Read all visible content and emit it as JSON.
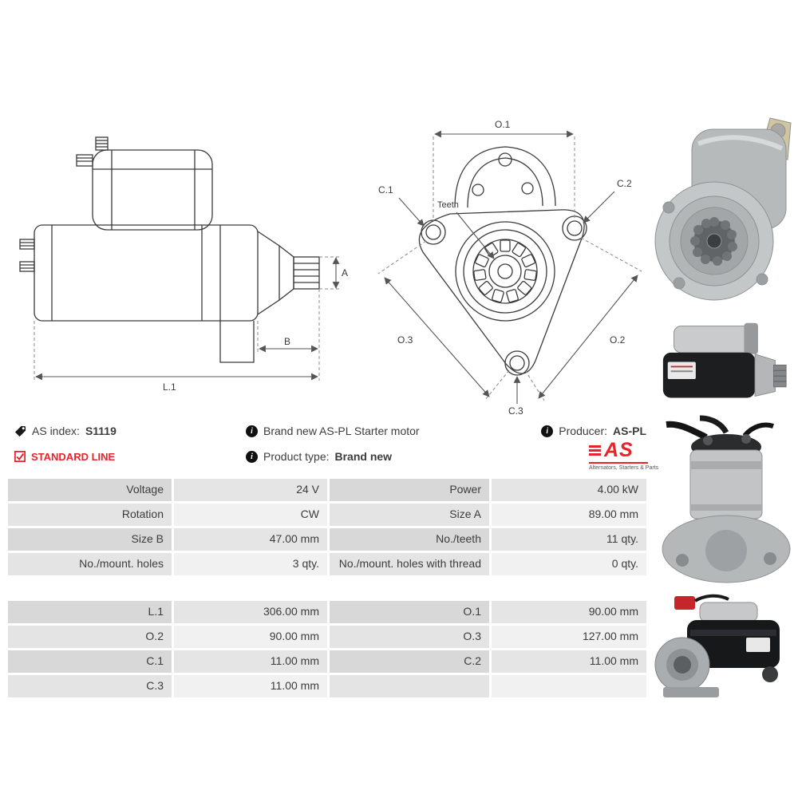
{
  "page_title": "AS-PL Starter motor S1119",
  "header": {
    "as_index_label": "AS index:",
    "as_index_value": "S1119",
    "standard_line_label": "STANDARD LINE",
    "brand_new_text": "Brand new AS-PL Starter motor",
    "product_type_label": "Product type:",
    "product_type_value": "Brand new",
    "producer_label": "Producer:",
    "producer_value": "AS-PL",
    "info_icon_glyph": "i"
  },
  "logo": {
    "text": "AS",
    "subtext": "Alternators, Starters & Parts",
    "color": "#e8232a"
  },
  "colors": {
    "accent_red": "#e8232a",
    "table_label_dark": "#d8d8d8",
    "table_value_dark": "#e5e5e5",
    "table_label_light": "#e4e4e4",
    "table_value_light": "#f1f1f1",
    "text": "#3c3c3c"
  },
  "diagrams": {
    "side_view": {
      "dim_a": "A",
      "dim_b": "B",
      "dim_l1": "L.1"
    },
    "front_view": {
      "dim_o1": "O.1",
      "dim_c1": "C.1",
      "dim_c2": "C.2",
      "dim_c3": "C.3",
      "dim_o2": "O.2",
      "dim_o3": "O.3",
      "teeth": "Teeth"
    }
  },
  "photos": [
    {
      "name": "starter-front-flange-photo"
    },
    {
      "name": "starter-side-photo"
    },
    {
      "name": "solenoid-top-photo"
    },
    {
      "name": "starter-black-photo"
    }
  ],
  "spec_table": {
    "block1": [
      {
        "l1": "Voltage",
        "v1": "24 V",
        "l2": "Power",
        "v2": "4.00 kW"
      },
      {
        "l1": "Rotation",
        "v1": "CW",
        "l2": "Size A",
        "v2": "89.00 mm"
      },
      {
        "l1": "Size B",
        "v1": "47.00 mm",
        "l2": "No./teeth",
        "v2": "11 qty."
      },
      {
        "l1": "No./mount. holes",
        "v1": "3 qty.",
        "l2": "No./mount. holes with thread",
        "v2": "0 qty."
      }
    ],
    "block2": [
      {
        "l1": "L.1",
        "v1": "306.00 mm",
        "l2": "O.1",
        "v2": "90.00 mm"
      },
      {
        "l1": "O.2",
        "v1": "90.00 mm",
        "l2": "O.3",
        "v2": "127.00 mm"
      },
      {
        "l1": "C.1",
        "v1": "11.00 mm",
        "l2": "C.2",
        "v2": "11.00 mm"
      },
      {
        "l1": "C.3",
        "v1": "11.00 mm",
        "l2": "",
        "v2": ""
      }
    ]
  }
}
